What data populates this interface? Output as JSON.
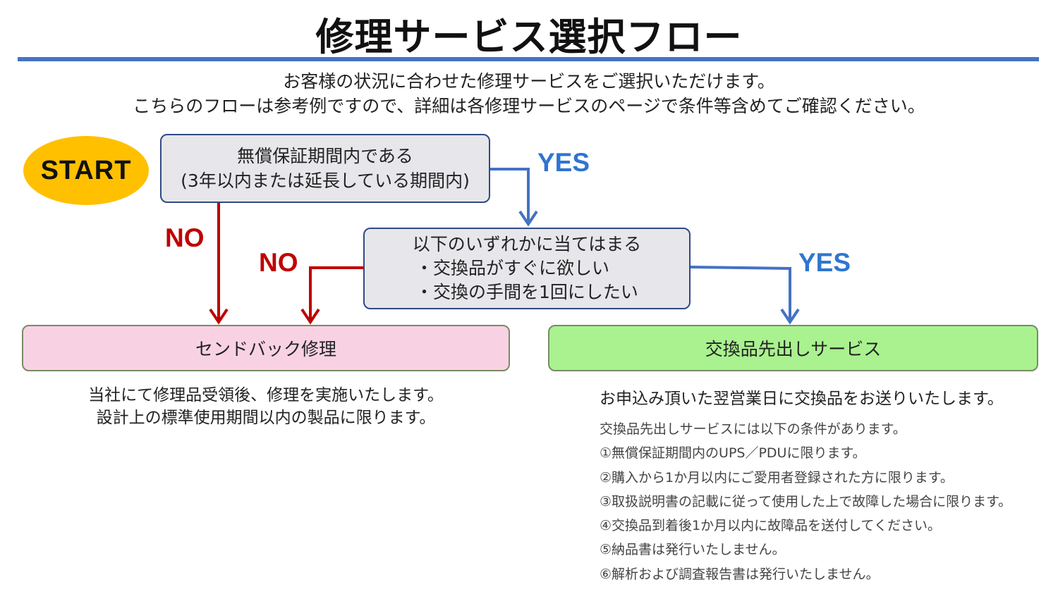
{
  "title": "修理サービス選択フロー",
  "intro": [
    "お客様の状況に合わせた修理サービスをご選択いただけます。",
    "こちらのフローは参考例ですので、詳細は各修理サービスのページで条件等含めてご確認ください。"
  ],
  "start_label": "START",
  "question1": {
    "line1": "無償保証期間内である",
    "line2": "(3年以内または延長している期間内)"
  },
  "question2": {
    "line1": "以下のいずれかに当てはまる",
    "line2": "・交換品がすぐに欲しい",
    "line3": "・交換の手間を1回にしたい"
  },
  "answers": {
    "q1_yes": "YES",
    "q1_no": "NO",
    "q2_no": "NO",
    "q2_yes": "YES"
  },
  "results": {
    "sendback": {
      "label": "センドバック修理",
      "desc1": "当社にて修理品受領後、修理を実施いたします。",
      "desc2": "設計上の標準使用期間以内の製品に限ります。"
    },
    "advance": {
      "label": "交換品先出しサービス",
      "desc": "お申込み頂いた翌営業日に交換品をお送りいたします。",
      "conditions_intro": "交換品先出しサービスには以下の条件があります。",
      "conditions": [
        "①無償保証期間内のUPS／PDUに限ります。",
        "②購入から1か月以内にご愛用者登録された方に限ります。",
        "③取扱説明書の記載に従って使用した上で故障した場合に限ります。",
        "④交換品到着後1か月以内に故障品を送付してください。",
        "⑤納品書は発行いたしません。",
        "⑥解析および調査報告書は発行いたしません。"
      ]
    }
  },
  "colors": {
    "title_rule": "#4472C4",
    "start": "#FFC000",
    "yes": "#2E75D0",
    "no": "#C00000",
    "question_fill": "#E7E6EA",
    "question_border": "#2F4A86",
    "sendback_fill": "#F8D2E3",
    "advance_fill": "#A9F28F"
  }
}
